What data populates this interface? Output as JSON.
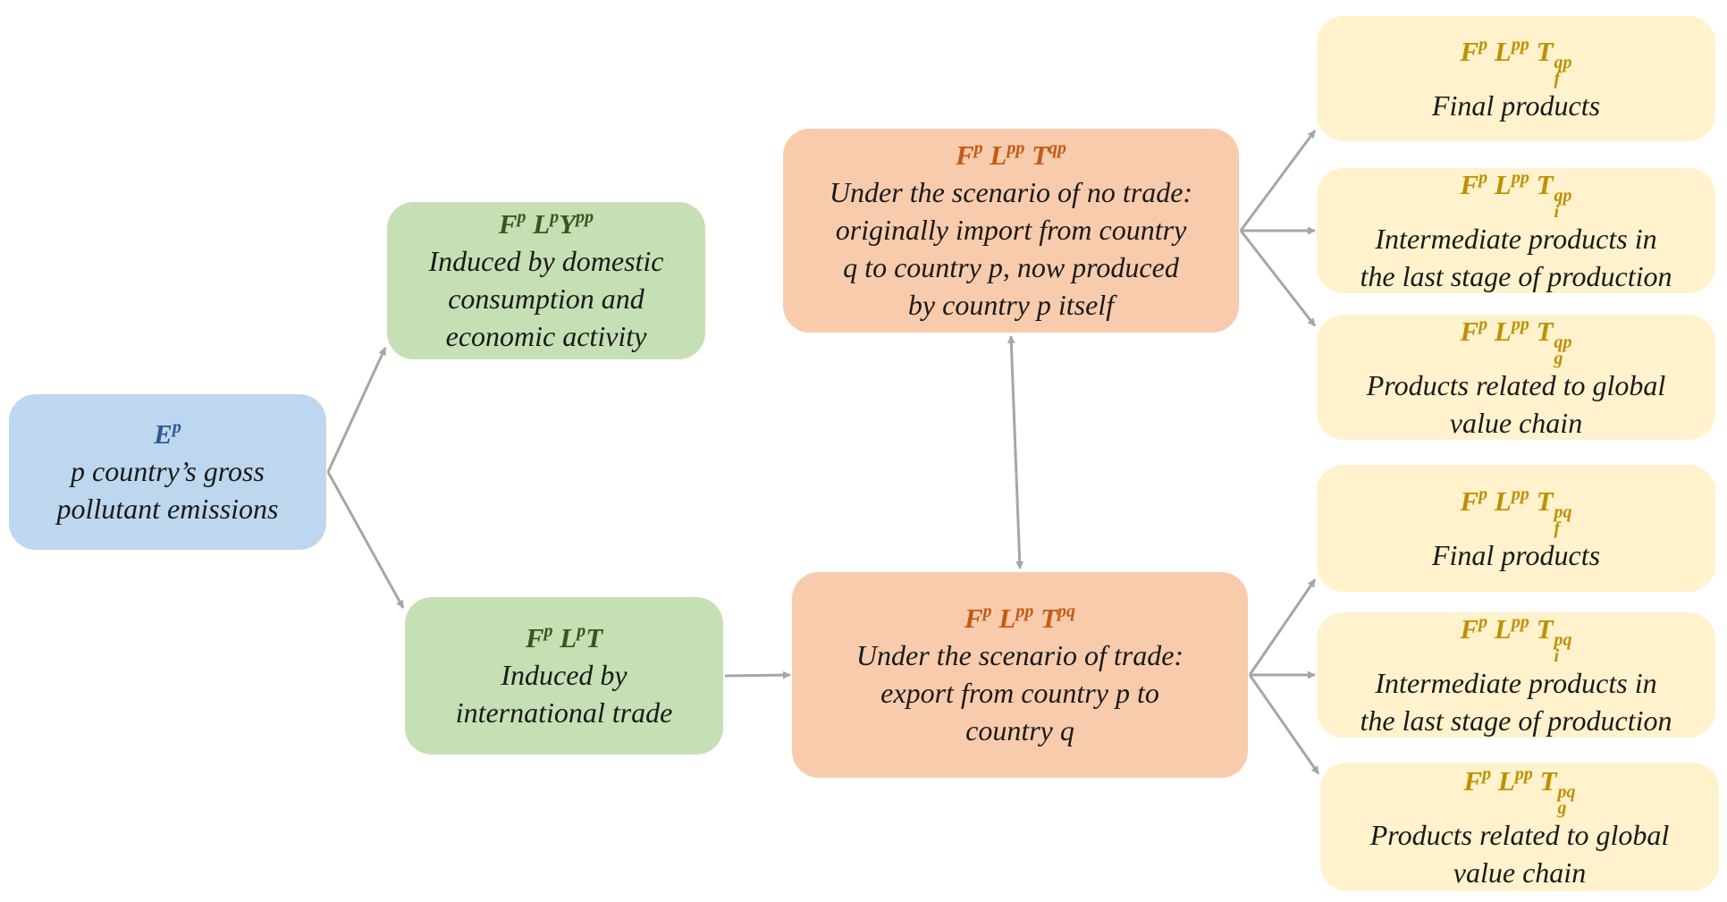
{
  "colors": {
    "blue_fill": "#bdd7ee",
    "green_fill": "#c5e0b4",
    "orange_fill": "#f8cbad",
    "yellow_fill": "#fff2cc",
    "arrow": "#a6a6a6"
  },
  "nodes": {
    "gross": {
      "formula": {
        "base": "E",
        "sup": "p"
      },
      "lines": [
        "p country’s gross",
        "pollutant emissions"
      ]
    },
    "domestic": {
      "formula": {
        "parts": [
          {
            "b": "F",
            "s": "p"
          },
          {
            "b": " L",
            "s": "p"
          },
          {
            "b": "Y",
            "s": "pp"
          }
        ]
      },
      "lines": [
        "Induced by domestic",
        "consumption and",
        "economic activity"
      ]
    },
    "international": {
      "formula": {
        "parts": [
          {
            "b": "F",
            "s": "p"
          },
          {
            "b": " L",
            "s": "p"
          },
          {
            "b": "T",
            "s": ""
          }
        ]
      },
      "lines": [
        "Induced by",
        "international trade"
      ]
    },
    "no_trade": {
      "formula": {
        "parts": [
          {
            "b": "F",
            "s": "p"
          },
          {
            "b": " L",
            "s": "pp"
          },
          {
            "b": " T",
            "s": "qp"
          }
        ]
      },
      "lines": [
        "Under the scenario of  no trade:",
        "originally import from country",
        "q to country p, now produced",
        "by country p itself"
      ]
    },
    "trade": {
      "formula": {
        "parts": [
          {
            "b": "F",
            "s": "p"
          },
          {
            "b": " L",
            "s": "pp"
          },
          {
            "b": " T",
            "s": "pq"
          }
        ]
      },
      "lines": [
        "Under the scenario of trade:",
        "export from country p to",
        "country q"
      ]
    },
    "qp_final": {
      "formula": {
        "pre": "F",
        "pre_sup": "p",
        "mid": " L",
        "mid_sup": "pp",
        "last": " T",
        "last_sup": "qp",
        "last_sub": "f"
      },
      "lines": [
        "Final products"
      ]
    },
    "qp_intermediate": {
      "formula": {
        "pre": "F",
        "pre_sup": "p",
        "mid": " L",
        "mid_sup": "pp",
        "last": " T",
        "last_sup": "qp",
        "last_sub": "i"
      },
      "lines": [
        "Intermediate products in",
        "the last stage of production"
      ]
    },
    "qp_gvc": {
      "formula": {
        "pre": "F",
        "pre_sup": "p",
        "mid": " L",
        "mid_sup": "pp",
        "last": " T",
        "last_sup": "qp",
        "last_sub": "g"
      },
      "lines": [
        "Products related to global",
        "value chain"
      ]
    },
    "pq_final": {
      "formula": {
        "pre": "F",
        "pre_sup": "p",
        "mid": " L",
        "mid_sup": "pp",
        "last": " T",
        "last_sup": "pq",
        "last_sub": "f"
      },
      "lines": [
        "Final products"
      ]
    },
    "pq_intermediate": {
      "formula": {
        "pre": "F",
        "pre_sup": "p",
        "mid": " L",
        "mid_sup": "pp",
        "last": " T",
        "last_sup": "pq",
        "last_sub": "i"
      },
      "lines": [
        "Intermediate products in",
        "the last stage of production"
      ]
    },
    "pq_gvc": {
      "formula": {
        "pre": "F",
        "pre_sup": "p",
        "mid": " L",
        "mid_sup": "pp",
        "last": " T",
        "last_sup": "pq",
        "last_sub": "g"
      },
      "lines": [
        "Products related to global",
        "value chain"
      ]
    }
  },
  "edges": [
    {
      "from": "gross",
      "to": "domestic"
    },
    {
      "from": "gross",
      "to": "international"
    },
    {
      "from": "international",
      "to": "trade"
    },
    {
      "from": "no_trade",
      "to": "trade",
      "bidirectional": true
    },
    {
      "from": "no_trade",
      "to": "qp_final"
    },
    {
      "from": "no_trade",
      "to": "qp_intermediate"
    },
    {
      "from": "no_trade",
      "to": "qp_gvc"
    },
    {
      "from": "trade",
      "to": "pq_final"
    },
    {
      "from": "trade",
      "to": "pq_intermediate"
    },
    {
      "from": "trade",
      "to": "pq_gvc"
    }
  ]
}
